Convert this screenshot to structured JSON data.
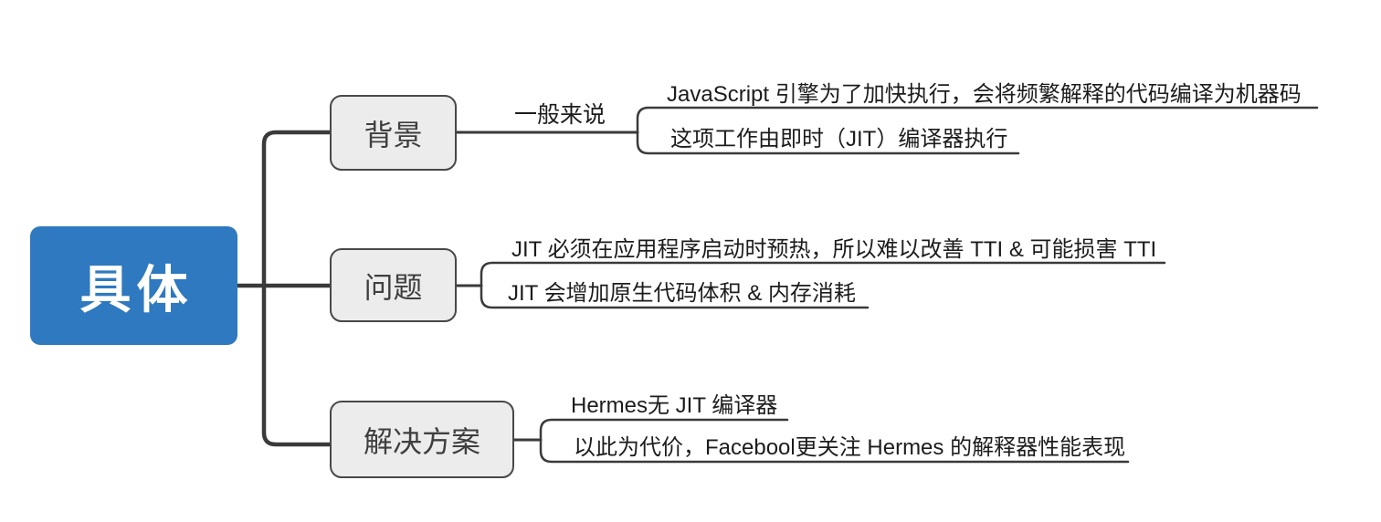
{
  "root": {
    "label": "具体"
  },
  "branches": [
    {
      "label": "背景",
      "edge_label": "一般来说",
      "children": [
        "JavaScript 引擎为了加快执行，会将频繁解释的代码编译为机器码",
        "这项工作由即时（JIT）编译器执行"
      ]
    },
    {
      "label": "问题",
      "children": [
        "JIT 必须在应用程序启动时预热，所以难以改善 TTI & 可能损害 TTI",
        "JIT 会增加原生代码体积 & 内存消耗"
      ]
    },
    {
      "label": "解决方案",
      "children": [
        "Hermes无 JIT 编译器",
        "以此为代价，Facebool更关注 Hermes 的解释器性能表现"
      ]
    }
  ],
  "colors": {
    "root_bg": "#2e79bf",
    "root_text": "#ffffff",
    "branch_bg": "#ececec",
    "branch_border": "#484848",
    "connector": "#3a3a3a",
    "text": "#1c1c1c"
  }
}
